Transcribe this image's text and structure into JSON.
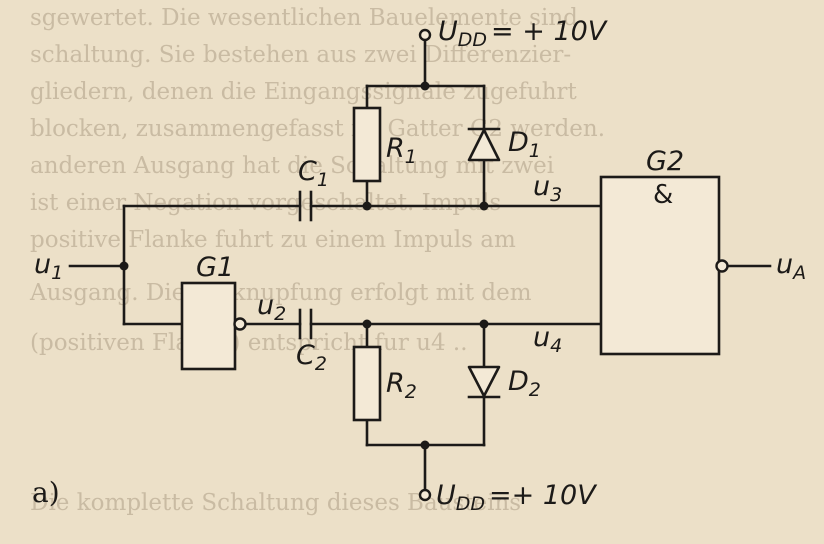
{
  "background_text": [
    "sgewertet. Die wesentlichen Bauelemente sind",
    "schaltung. Sie bestehen aus zwei Differenzier-",
    "gliedern, denen die Eingangssignale zugefuhrt",
    "blocken, zusammengefasst im Gatter G2 werden.",
    "anderen Ausgang hat die Schaltung mit zwei",
    "ist einer Negation vorgeschaltet. Impuls",
    "positive Flanke fuhrt zu einem Impuls am",
    "Ausgang. Die Verknupfung erfolgt mit dem",
    "(positiven Flanke) entspricht fur u4 ..",
    "",
    "",
    "Die komplette Schaltung dieses Bausteins"
  ],
  "colors": {
    "ink": "#1c1a18",
    "paper": "#ece0c8",
    "faded_text": "#c9bba3"
  },
  "labels": {
    "vdd_top": "U",
    "vdd_top_sub": "DD",
    "vdd_top_value": "= + 10V",
    "vdd_bottom": "U",
    "vdd_bottom_sub": "DD",
    "vdd_bottom_value": "=+ 10V",
    "r1": "R",
    "r1_sub": "1",
    "d1": "D",
    "d1_sub": "1",
    "c1": "C",
    "c1_sub": "1",
    "u3": "u",
    "u3_sub": "3",
    "g2": "G2",
    "g2_symbol": "&",
    "u1": "u",
    "u1_sub": "1",
    "ua": "u",
    "ua_sub": "A",
    "g1": "G1",
    "u2": "u",
    "u2_sub": "2",
    "c2": "C",
    "c2_sub": "2",
    "u4": "u",
    "u4_sub": "4",
    "r2": "R",
    "r2_sub": "2",
    "d2": "D",
    "d2_sub": "2",
    "caption": "a)"
  },
  "icons": {
    "diode_d1": "diode-icon",
    "diode_d2": "diode-icon",
    "resistor": "resistor-icon",
    "capacitor": "capacitor-icon",
    "and_gate": "and-gate-icon",
    "inverter": "inverter-icon"
  }
}
